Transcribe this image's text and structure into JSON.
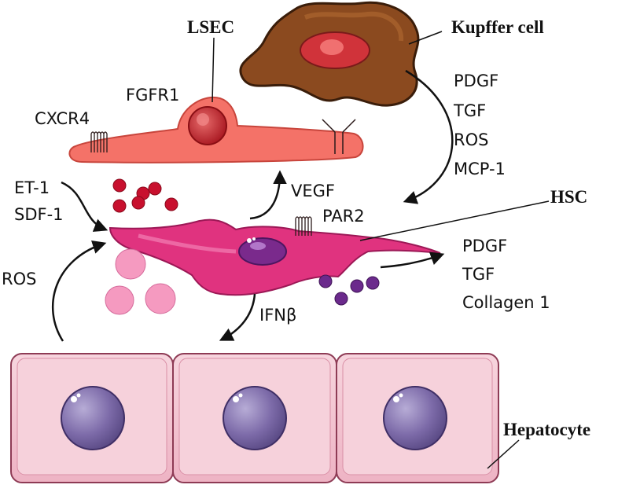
{
  "labels": {
    "lsec": "LSEC",
    "kupffer": "Kupffer cell",
    "hsc": "HSC",
    "hepatocyte": "Hepatocyte",
    "fgfr1": "FGFR1",
    "cxcr4": "CXCR4",
    "par2": "PAR2",
    "vegf": "VEGF",
    "ifnb": "IFNβ",
    "ros_left": "ROS",
    "et1": "ET-1",
    "sdf1": "SDF-1"
  },
  "kupffer_factors": [
    "PDGF",
    "TGF",
    "ROS",
    "MCP-1"
  ],
  "hsc_factors": [
    "PDGF",
    "TGF",
    "Collagen 1"
  ],
  "colors": {
    "lsec": "#f47268",
    "kupffer": "#8b4a1f",
    "hsc": "#e0337f",
    "hepatocyte": "#f3c4d0",
    "nucleus_purple": "#7c6aa8",
    "red_dots": "#c8102e",
    "pink_dots": "#f59ac0",
    "purple_dots": "#6b2a8c"
  }
}
